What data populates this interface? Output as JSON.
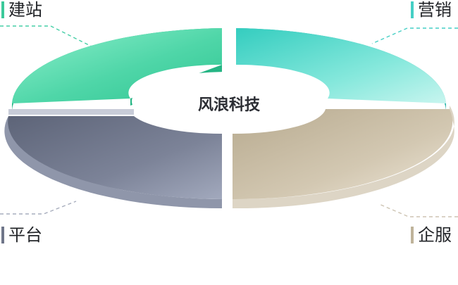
{
  "center": {
    "text": "风浪科技"
  },
  "segments": [
    {
      "id": "jianzhan",
      "label": "建站",
      "color": "#3cc99a"
    },
    {
      "id": "yingxiao",
      "label": "营销",
      "color": "#45cfc5"
    },
    {
      "id": "pingtai",
      "label": "平台",
      "color": "#6f7689"
    },
    {
      "id": "qifu",
      "label": "企服",
      "color": "#bfb39a"
    }
  ]
}
